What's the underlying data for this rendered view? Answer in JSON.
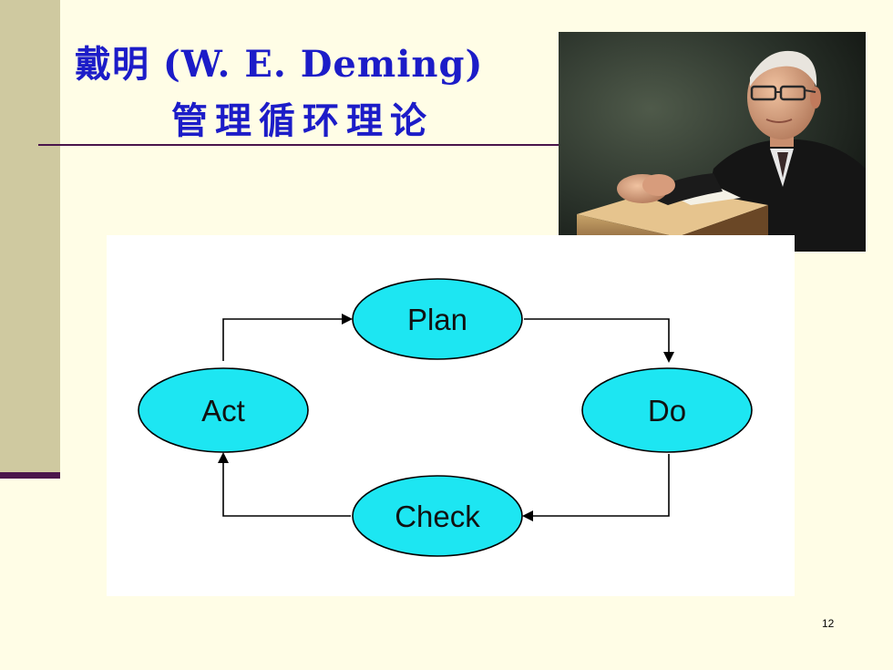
{
  "title": {
    "line1": "戴明 (W. E. Deming)",
    "line2": "管理循环理论"
  },
  "diagram": {
    "nodes": {
      "plan": "Plan",
      "do": "Do",
      "check": "Check",
      "act": "Act"
    },
    "node_fill": "#1de6f2",
    "edges": [
      {
        "from": "Plan",
        "to": "Do"
      },
      {
        "from": "Do",
        "to": "Check"
      },
      {
        "from": "Check",
        "to": "Act"
      },
      {
        "from": "Act",
        "to": "Plan"
      }
    ]
  },
  "photo": {
    "subject": "portrait of W. E. Deming"
  },
  "page_number": "12",
  "colors": {
    "background": "#fffde6",
    "sidebar": "#cfc9a0",
    "accent": "#4a154b",
    "title": "#1c1cc8"
  }
}
